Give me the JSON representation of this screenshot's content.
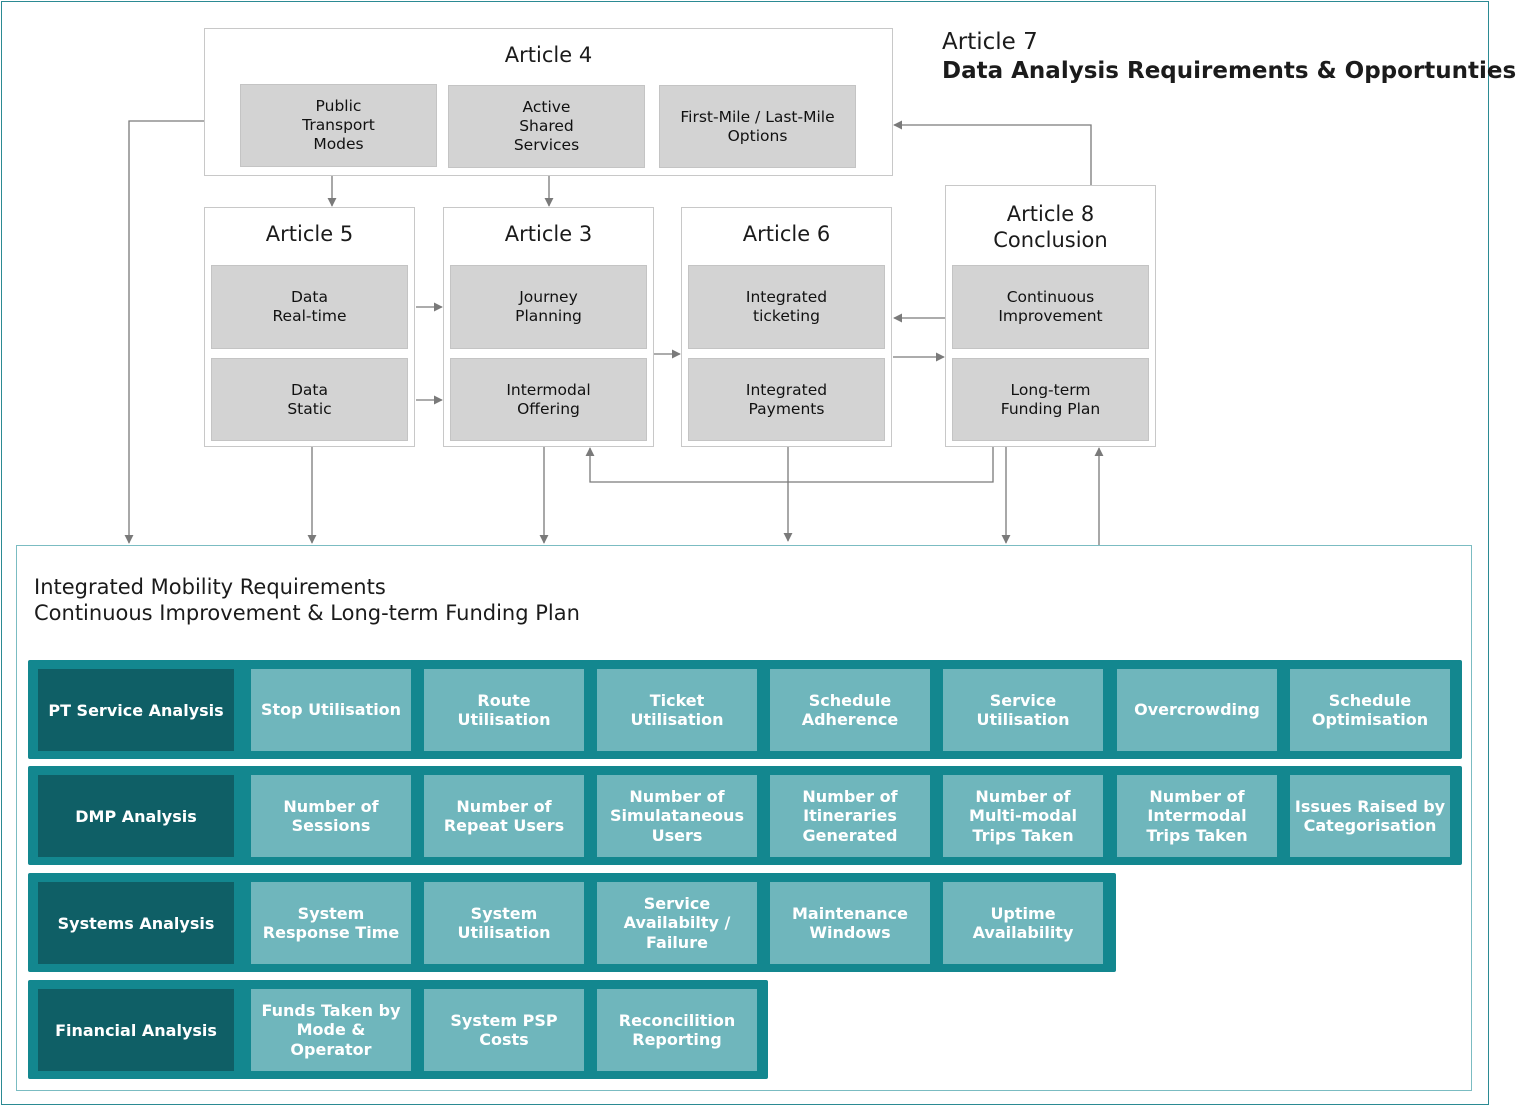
{
  "heading": {
    "article": "Article 7",
    "subtitle": "Data Analysis Requirements & Opportunties"
  },
  "articles": {
    "a4": {
      "title": "Article 4",
      "items": [
        "Public\nTransport\nModes",
        "Active\nShared\nServices",
        "First-Mile / Last-Mile\nOptions"
      ]
    },
    "a5": {
      "title": "Article 5",
      "items": [
        "Data\nReal-time",
        "Data\nStatic"
      ]
    },
    "a3": {
      "title": "Article 3",
      "items": [
        "Journey\nPlanning",
        "Intermodal\nOffering"
      ]
    },
    "a6": {
      "title": "Article 6",
      "items": [
        "Integrated\nticketing",
        "Integrated\nPayments"
      ]
    },
    "a8": {
      "title": "Article 8\nConclusion",
      "items": [
        "Continuous\nImprovement",
        "Long-term\nFunding Plan"
      ]
    }
  },
  "requirements": {
    "title": "Integrated Mobility Requirements\nContinuous Improvement & Long-term Funding Plan",
    "rows": [
      {
        "label": "PT Service Analysis",
        "items": [
          "Stop Utilisation",
          "Route\nUtilisation",
          "Ticket\nUtilisation",
          "Schedule\nAdherence",
          "Service\nUtilisation",
          "Overcrowding",
          "Schedule\nOptimisation"
        ]
      },
      {
        "label": "DMP Analysis",
        "items": [
          "Number of\nSessions",
          "Number of\nRepeat Users",
          "Number of\nSimulataneous\nUsers",
          "Number of\nItineraries\nGenerated",
          "Number of\nMulti-modal\nTrips Taken",
          "Number of\nIntermodal\nTrips Taken",
          "Issues Raised by\nCategorisation"
        ]
      },
      {
        "label": "Systems Analysis",
        "items": [
          "System\nResponse Time",
          "System\nUtilisation",
          "Service\nAvailabilty /\nFailure",
          "Maintenance\nWindows",
          "Uptime\nAvailability"
        ]
      },
      {
        "label": "Financial Analysis",
        "items": [
          "Funds Taken by\nMode &\nOperator",
          "System PSP\nCosts",
          "Reconcilition\nReporting"
        ]
      }
    ]
  },
  "colors": {
    "frame": "#2b8a93",
    "band": "#13878f",
    "row_label": "#0f5f66",
    "tile": "#6fb6bc",
    "gray_box": "#d3d3d3",
    "connector": "#7a7a7a"
  }
}
